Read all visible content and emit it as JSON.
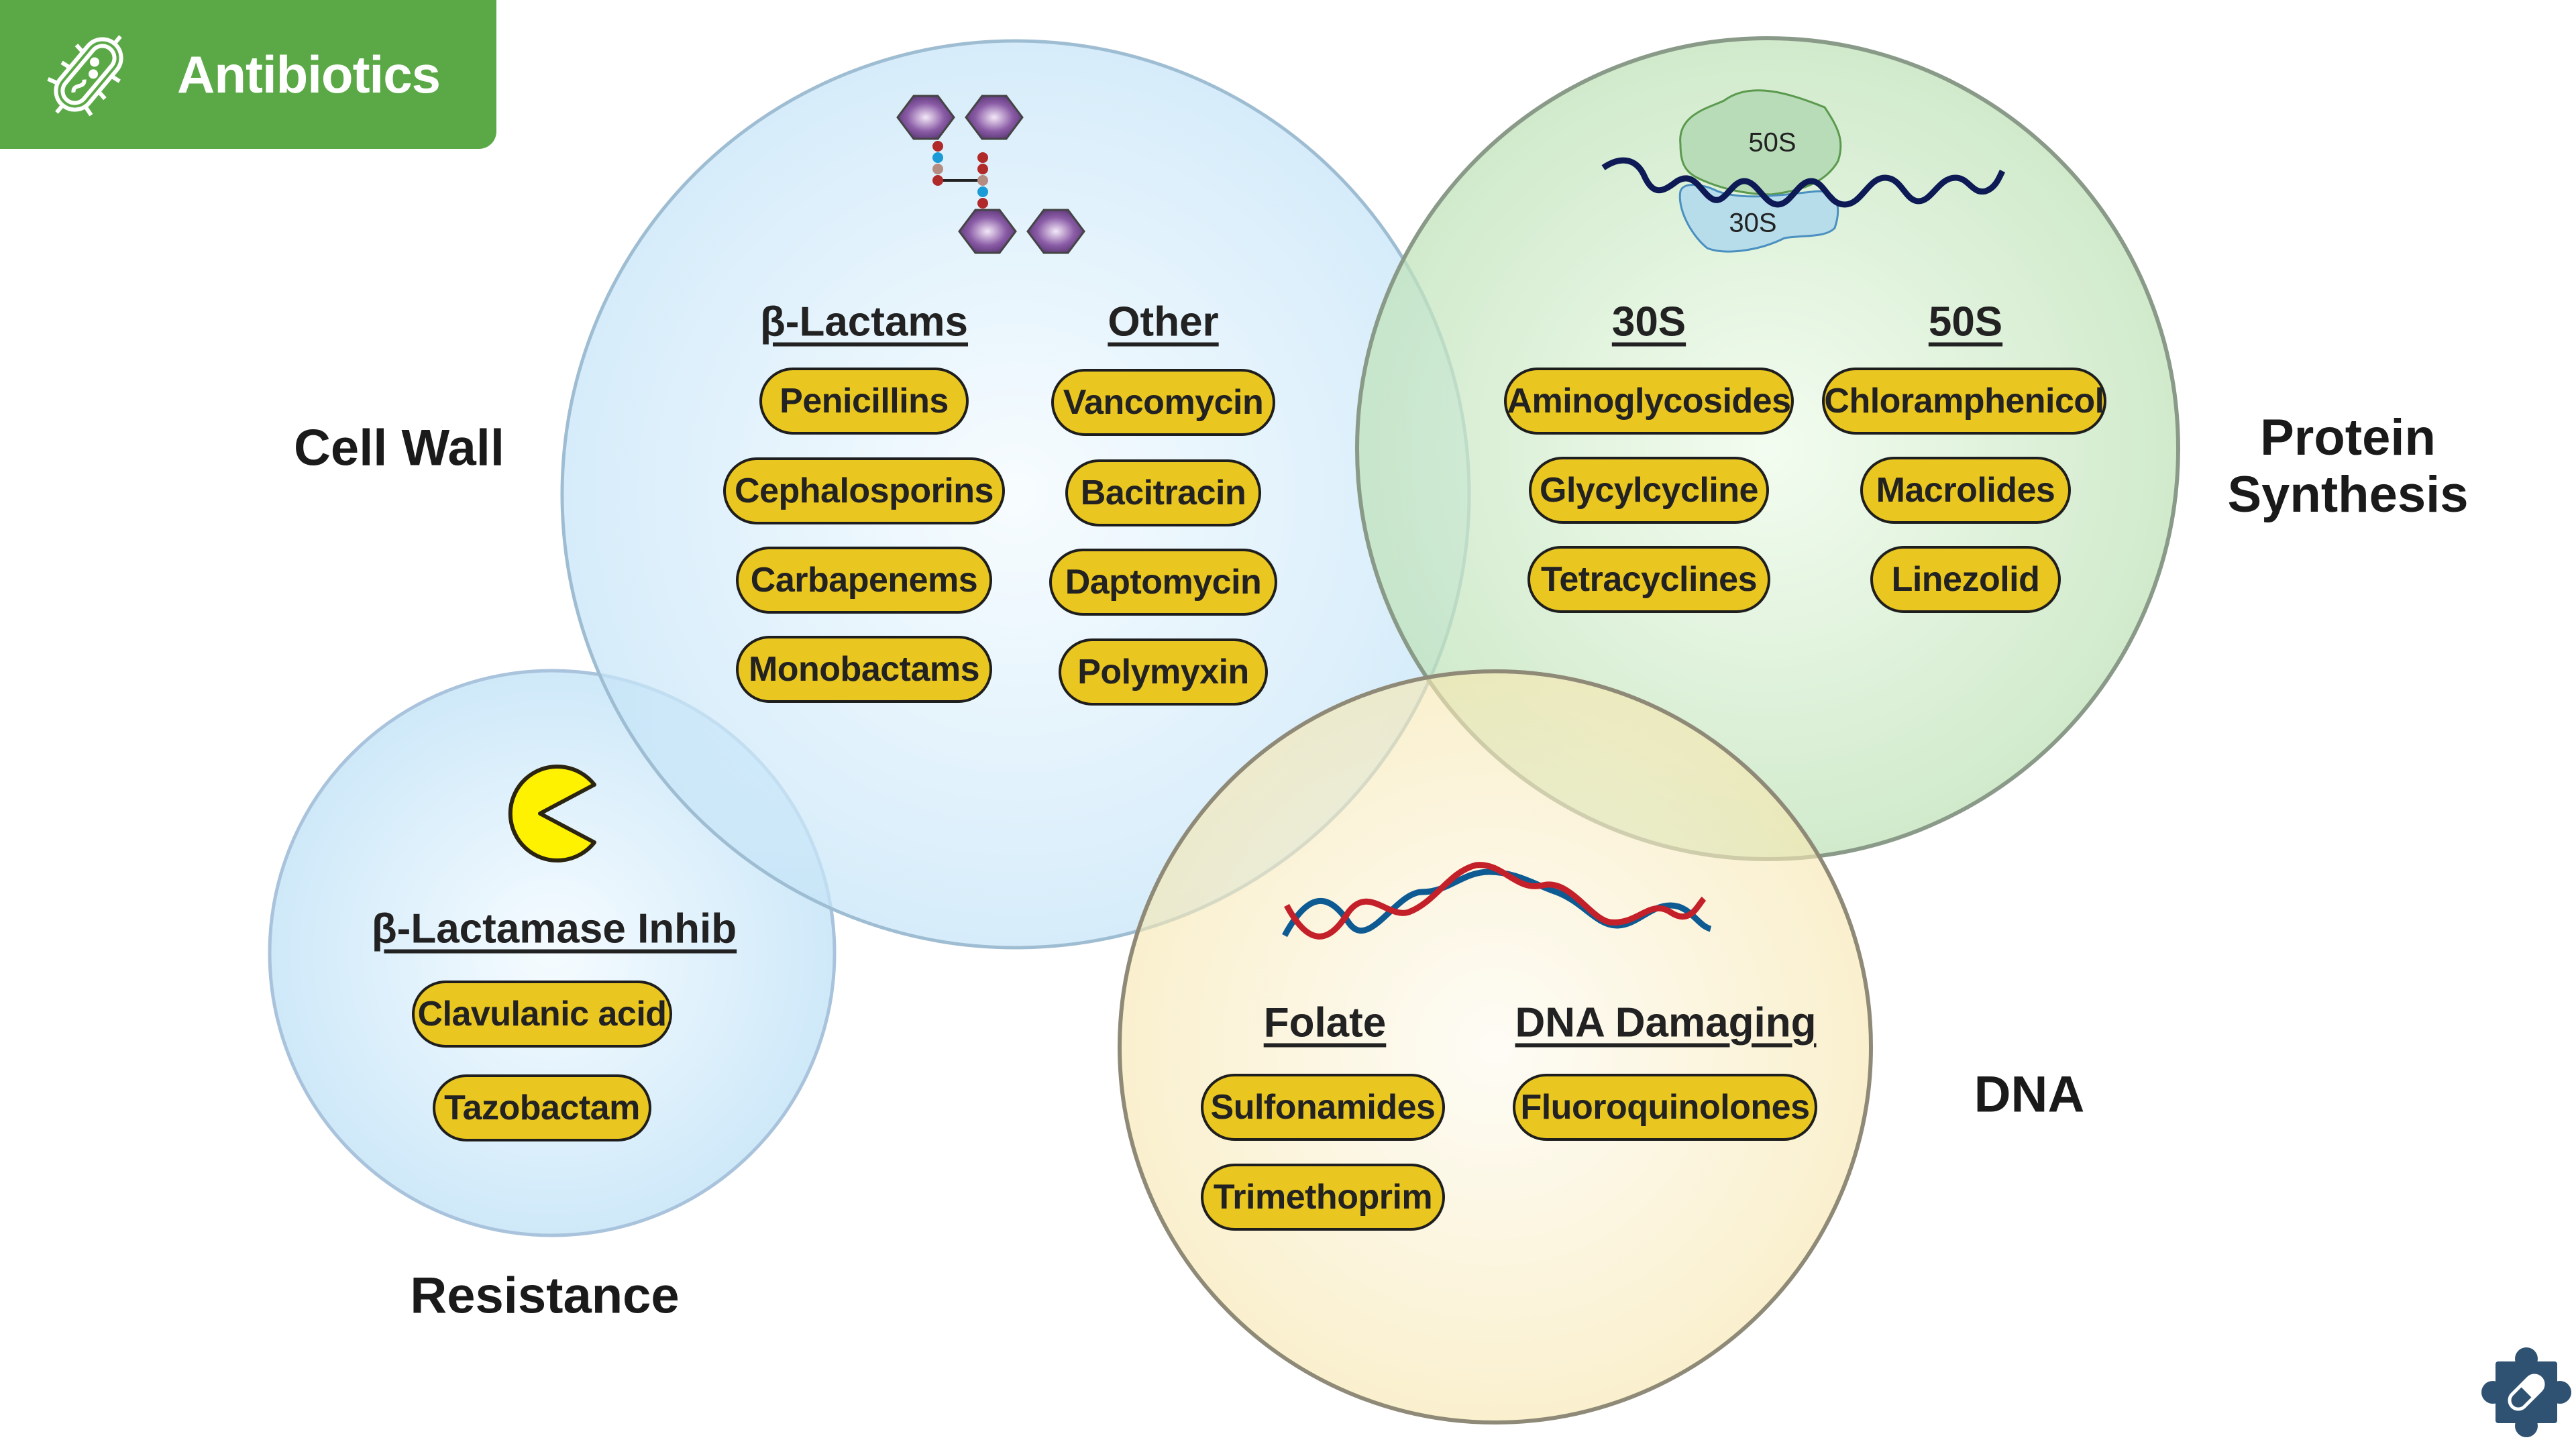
{
  "header": {
    "title": "Antibiotics",
    "icon": "bacterium-icon",
    "color": "#5ba946"
  },
  "regions": {
    "cell_wall": {
      "label": "Cell Wall",
      "icon": "peptidoglycan-icon",
      "color": "#cfe9f9",
      "groups": [
        {
          "heading": "β-Lactams",
          "items": [
            "Penicillins",
            "Cephalosporins",
            "Carbapenems",
            "Monobactams"
          ]
        },
        {
          "heading": "Other",
          "items": [
            "Vancomycin",
            "Bacitracin",
            "Daptomycin",
            "Polymyxin"
          ]
        }
      ]
    },
    "protein_synthesis": {
      "label_line1": "Protein",
      "label_line2": "Synthesis",
      "icon": "ribosome-icon",
      "ribosome_labels": {
        "large": "50S",
        "small": "30S"
      },
      "color": "#c9e8c4",
      "groups": [
        {
          "heading": "30S",
          "items": [
            "Aminoglycosides",
            "Glycylcycline",
            "Tetracyclines"
          ]
        },
        {
          "heading": "50S",
          "items": [
            "Chloramphenicol",
            "Macrolides",
            "Linezolid"
          ]
        }
      ]
    },
    "dna": {
      "label": "DNA",
      "icon": "dna-helix-icon",
      "color": "#f8ecc0",
      "groups": [
        {
          "heading": "Folate",
          "items": [
            "Sulfonamides",
            "Trimethoprim"
          ]
        },
        {
          "heading": "DNA Damaging",
          "items": [
            "Fluoroquinolones"
          ]
        }
      ]
    },
    "resistance": {
      "label": "Resistance",
      "icon": "pacman-enzyme-icon",
      "color": "#cfe9f9",
      "groups": [
        {
          "heading": "β-Lactamase Inhib",
          "items": [
            "Clavulanic acid",
            "Tazobactam"
          ]
        }
      ]
    }
  },
  "pill_color": "#eac620",
  "footer_icon": "puzzle-pill-icon"
}
